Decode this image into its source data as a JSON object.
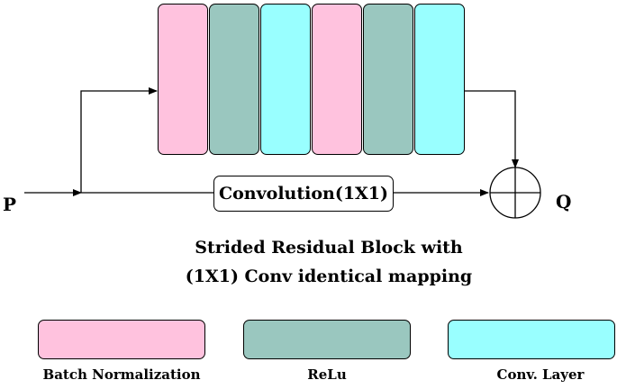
{
  "diagram": {
    "input_label": "P",
    "output_label": "Q",
    "shortcut_label": "Convolution(1X1)",
    "caption_line1": "Strided Residual Block with",
    "caption_line2": "(1X1) Conv identical mapping",
    "blocks": [
      "Batch Normalization",
      "ReLu",
      "Conv. Layer",
      "Batch Normalization",
      "ReLu",
      "Conv. Layer"
    ]
  },
  "legend": {
    "items": [
      {
        "label": "Batch Normalization",
        "color": "#FFC2DE"
      },
      {
        "label": "ReLu",
        "color": "#9AC7BF"
      },
      {
        "label": "Conv. Layer",
        "color": "#99FFFF"
      }
    ]
  },
  "colors": {
    "batch_norm": "#FFC2DE",
    "relu": "#9AC7BF",
    "conv_layer": "#99FFFF",
    "line": "#000000"
  }
}
